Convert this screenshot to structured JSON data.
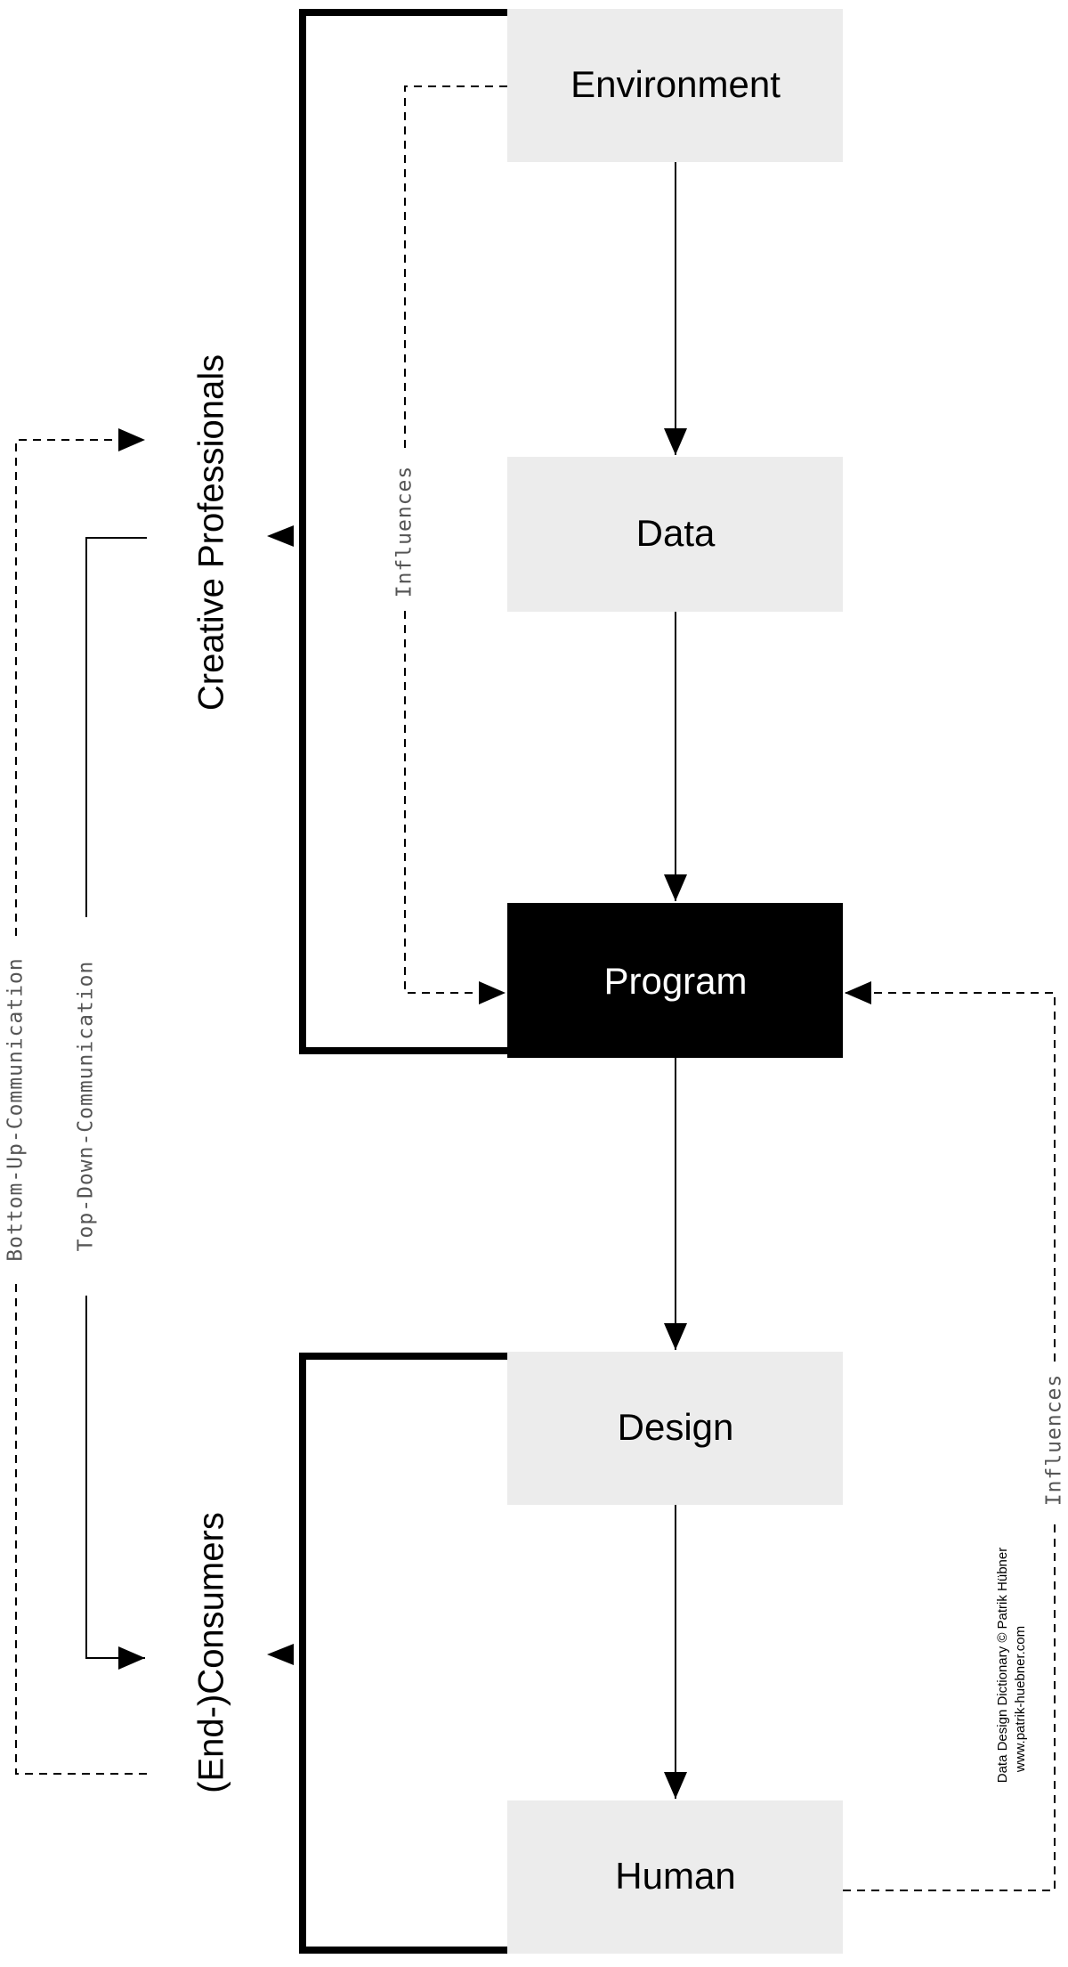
{
  "nodes": {
    "environment": "Environment",
    "data": "Data",
    "program": "Program",
    "design": "Design",
    "human": "Human"
  },
  "groups": {
    "creative_professionals": "Creative Professionals",
    "end_consumers": "(End-)Consumers"
  },
  "edges": {
    "influences_top": "Influences",
    "influences_bottom": "Influences",
    "bottom_up": "Bottom-Up-Communication",
    "top_down": "Top-Down-Communication"
  },
  "credits": {
    "line1": "Data Design Dictionary © Patrik Hübner",
    "line2": "www.patrik-huebner.com"
  },
  "colors": {
    "box_fill": "#ececec",
    "highlight_fill": "#000000",
    "stroke": "#000000",
    "dashed_label": "#555555"
  }
}
